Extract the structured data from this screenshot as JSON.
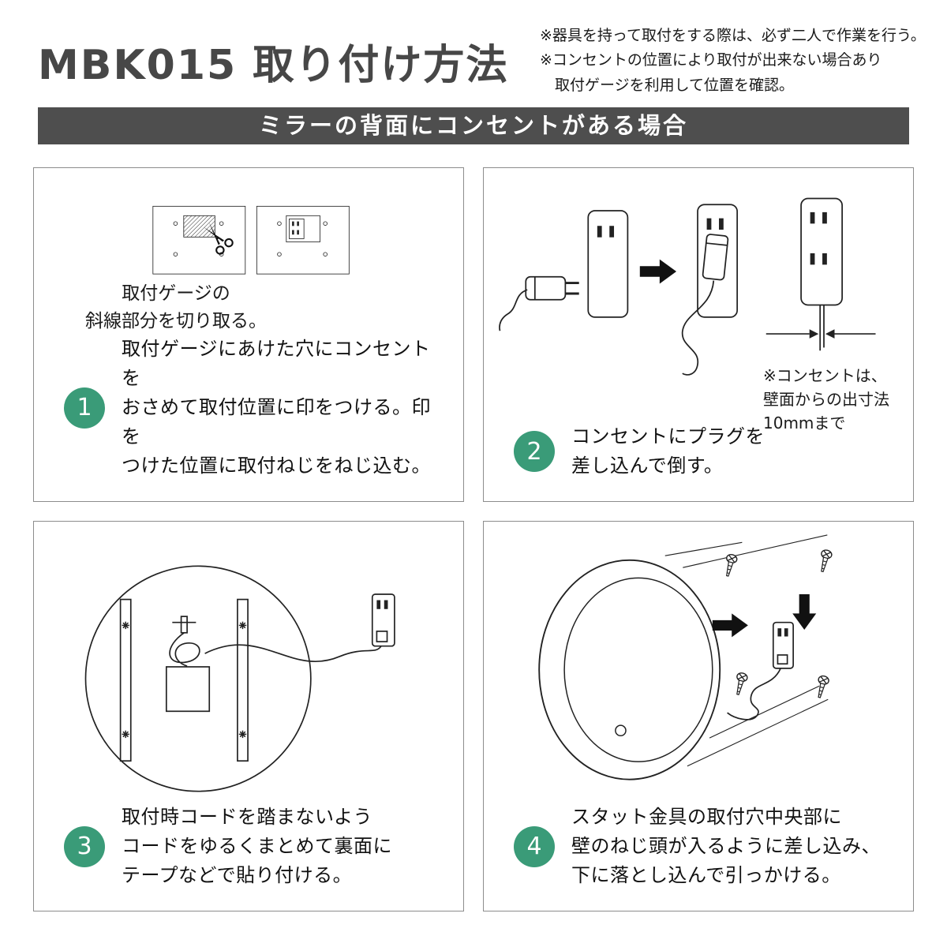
{
  "header": {
    "title": "MBK015 取り付け方法",
    "notes": "※器具を持って取付をする際は、必ず二人で作業を行う。\n※コンセントの位置により取付が出来ない場合あり\n　取付ゲージを利用して位置を確認。"
  },
  "banner": {
    "label": "ミラーの背面にコンセントがある場合"
  },
  "steps": [
    {
      "number": "1",
      "caption": "取付ゲージの\n斜線部分を切り取る。",
      "text": "取付ゲージにあけた穴にコンセントを\nおさめて取付位置に印をつける。印を\nつけた位置に取付ねじをねじ込む。"
    },
    {
      "number": "2",
      "note": "※コンセントは、\n壁面からの出寸法\n10mmまで",
      "text": "コンセントにプラグを\n差し込んで倒す。"
    },
    {
      "number": "3",
      "text": "取付時コードを踏まないよう\nコードをゆるくまとめて裏面に\nテープなどで貼り付ける。"
    },
    {
      "number": "4",
      "text": "スタット金具の取付穴中央部に\n壁のねじ頭が入るように差し込み、\n下に落とし込んで引っかける。"
    }
  ],
  "colors": {
    "step_badge": "#3a9b78",
    "banner_bg": "#4e4e4e",
    "title_text": "#474747"
  }
}
